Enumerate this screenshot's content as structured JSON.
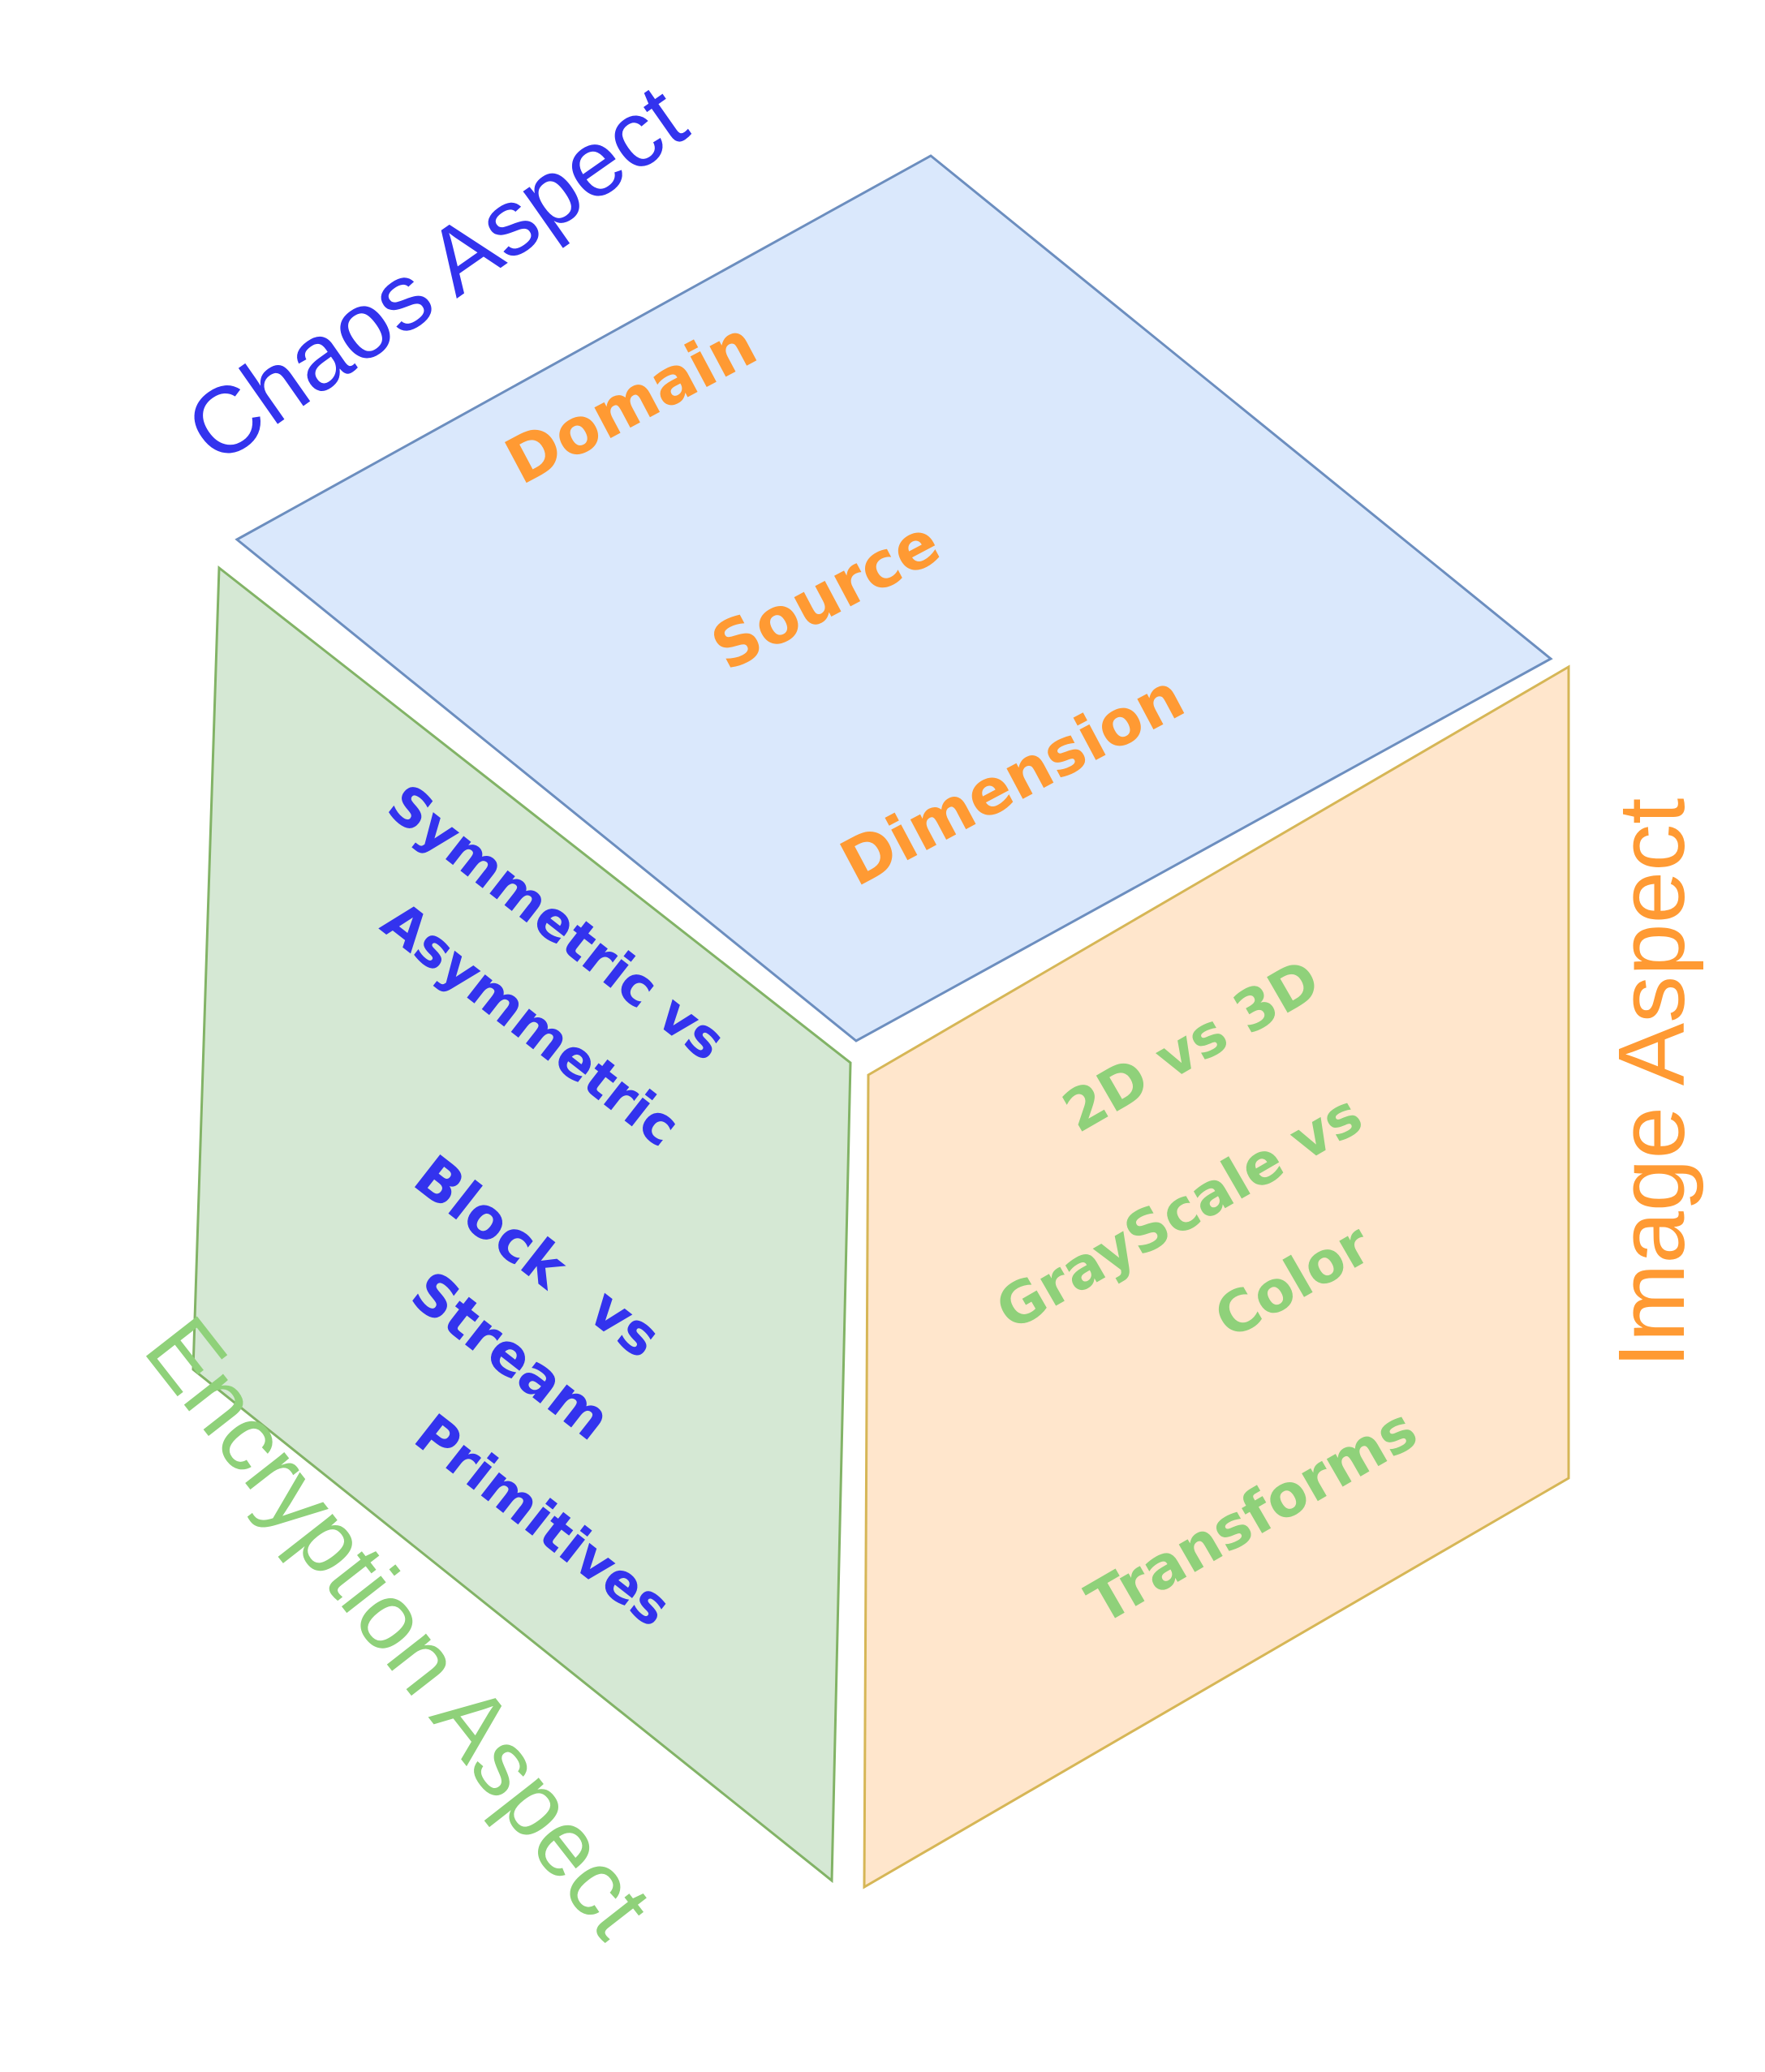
{
  "diagram": {
    "aspects": {
      "chaos": "Chaos Aspect",
      "image": "Image Aspect",
      "encryption": "Encryption Aspect"
    },
    "top_face": {
      "items": [
        "Domain",
        "Source",
        "Dimension"
      ]
    },
    "left_face": {
      "items": {
        "symmetric_line1": "Symmetric vs",
        "symmetric_line2": "Asymmetric",
        "block_line1": "Block",
        "block_line2": "vs",
        "block_line3": "Stream",
        "primitives": "Primitives"
      }
    },
    "right_face": {
      "items": {
        "dimension": "2D vs 3D",
        "grayscale_line1": "GrayScale vs",
        "grayscale_line2": "Color",
        "transforms": "Transforms"
      }
    },
    "colors": {
      "chaos": "#3333ee",
      "image": "#ff9a33",
      "encryption": "#8fd17a",
      "top_fill": "#dae8fc",
      "top_stroke": "#6c8ebf",
      "left_fill": "#d5e8d4",
      "left_stroke": "#82b366",
      "right_fill": "#ffe6cc",
      "right_stroke": "#d6b656"
    }
  }
}
